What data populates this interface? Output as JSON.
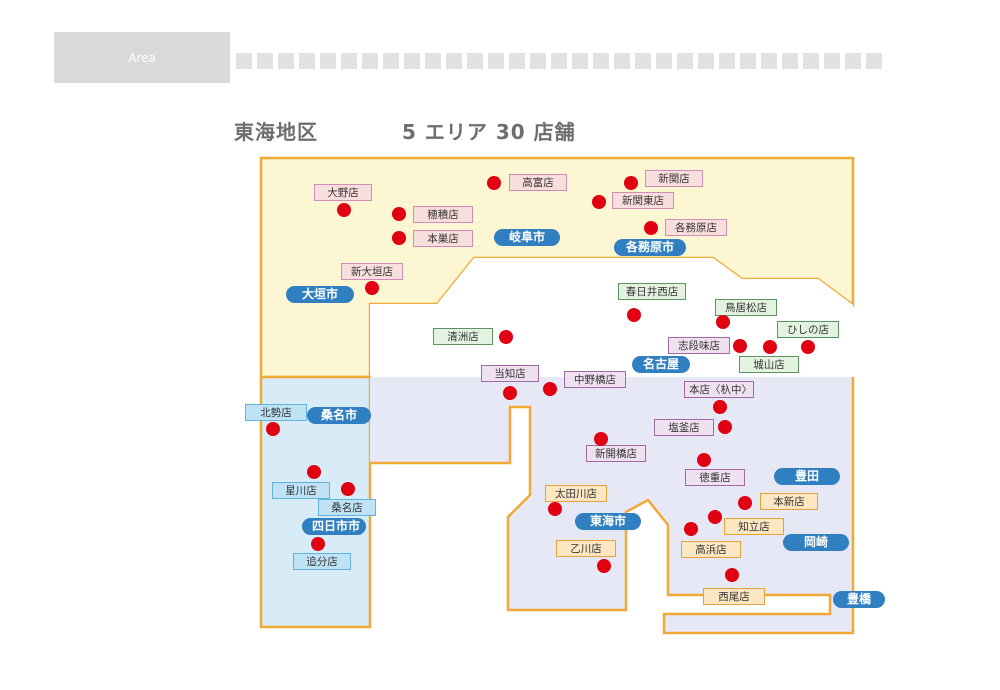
{
  "tab": {
    "label": "Area"
  },
  "heading": {
    "region": "東海地区",
    "summary": "5 エリア 30 店舗"
  },
  "colors": {
    "gifu_area": "#fcf6d2",
    "mie_area": "#d8ecf7",
    "nagoya_area": "#e6e8f5",
    "border": "#f0a937",
    "pin": "#e10012",
    "city_label": "#2f7fc1"
  },
  "cities": {
    "gifu": "岐阜市",
    "kakamigahara": "各務原市",
    "ogaki": "大垣市",
    "nagoya": "名古屋",
    "kuwana": "桑名市",
    "yokkaichi": "四日市市",
    "tokai": "東海市",
    "toyota": "豊田",
    "okazaki": "岡崎",
    "toyohashi": "豊橋"
  },
  "stores": {
    "ono": "大野店",
    "takatomi": "高富店",
    "shinseki": "新関店",
    "hozumi": "穂積店",
    "shinseki_higashi": "新関東店",
    "kakamigahara": "各務原店",
    "sunomata": "本巣店",
    "shin_ogaki": "新大垣店",
    "kasugai_nishi": "春日井西店",
    "toriimatsu": "鳥居松店",
    "hishino": "ひしの店",
    "kiyosu": "清洲店",
    "shidami": "志段味店",
    "shiroyama": "城山店",
    "tochi": "当知店",
    "nakanobashi": "中野橋店",
    "honten": "本店〈杁中〉",
    "kitasei": "北勢店",
    "shiogama": "塩釜店",
    "shinkaibashi": "新開橋店",
    "tokushige": "徳重店",
    "hoshikawa": "星川店",
    "kuwana": "桑名店",
    "otagawa": "太田川店",
    "honshinmachi": "本新店",
    "chiryu": "知立店",
    "oppokawa": "乙川店",
    "takahama": "高浜店",
    "oiwake": "追分店",
    "nishio": "西尾店"
  }
}
